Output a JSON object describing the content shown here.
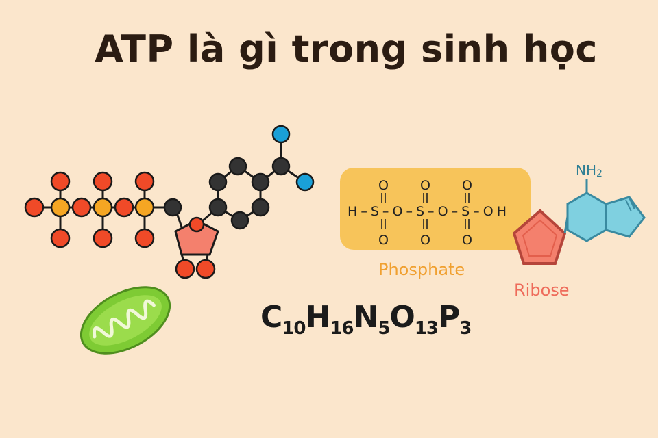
{
  "title": "ATP là gì trong sinh học",
  "formula": {
    "parts": [
      {
        "el": "C",
        "n": "10"
      },
      {
        "el": "H",
        "n": "16"
      },
      {
        "el": "N",
        "n": "5"
      },
      {
        "el": "O",
        "n": "13"
      },
      {
        "el": "P",
        "n": "3"
      }
    ]
  },
  "phosphate_chain": {
    "label": "Phosphate",
    "row_left": "H–S–O–S–O–S–OH",
    "top_atom": "O",
    "bottom_atom": "O",
    "box_color": "#f7c45a"
  },
  "ribose": {
    "label": "Ribose",
    "color": "#f4806d"
  },
  "adenine": {
    "amine": "NH",
    "amine_sub": "2",
    "color": "#7fd0e0"
  },
  "colors": {
    "background": "#fbe6cc",
    "oxygen": "#f04a28",
    "phosphorus": "#f5a623",
    "carbon": "#333333",
    "nitrogen": "#1aa0d8",
    "mitochondria": "#7ecb34"
  }
}
